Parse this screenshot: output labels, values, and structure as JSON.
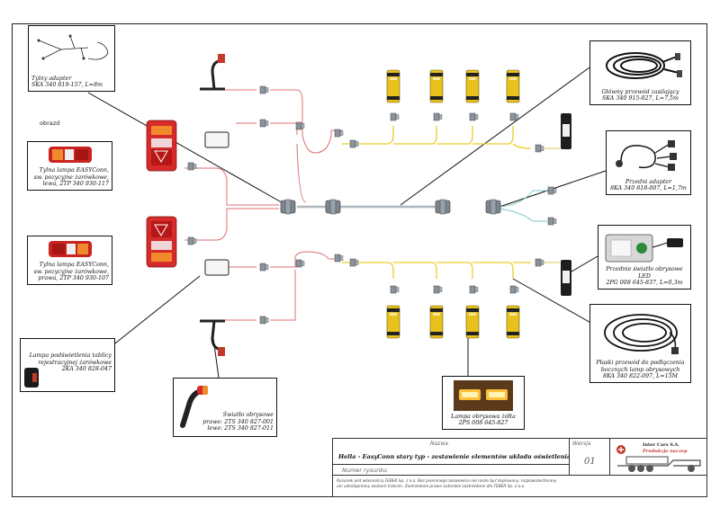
{
  "side_label": "obrazd",
  "callouts": {
    "rear_adapter": [
      "Tylny adapter",
      "SKA 340 819-157, L=8m"
    ],
    "rear_lamp_left": [
      "Tylna lampa EASYConn,",
      "sw. pozycyjne żarówkowe,",
      "lewa, 2TP 340 930-117"
    ],
    "rear_lamp_right": [
      "Tylna lampa EASYConn,",
      "sw. pozycyjne żarówkowe,",
      "prawa, 2TP 340 930-107"
    ],
    "plate_lamp": [
      "Lampa podświetlenia tablicy",
      "rejestracyjnej żarówkowe",
      "2KA 340 828-047"
    ],
    "outline_marker": [
      "Światło obrysowe",
      "prawe: 2TS 340 827-001",
      "lewe: 2TS 340 827-011"
    ],
    "side_marker": [
      "Lampa obrysowa żółta",
      "2PS 008 645-827"
    ],
    "main_cable": [
      "Główny przewód zasilający",
      "SKA 340 915-027, L=7,5m"
    ],
    "front_adapter": [
      "Przedni adapter",
      "8KA 340 818-007, L=1,7m"
    ],
    "front_led": [
      "Przednie światło obrysowe LED",
      "2PG 008 645-837, L=0,3m"
    ],
    "flat_cable": [
      "Płaski przewód do podłączenia",
      "bocznych lamp obrysowych",
      "8KA 340 822-097, L=15M"
    ]
  },
  "title_block": {
    "name_caption": "Nazwa",
    "name_value": "Hella - EasyConn stary typ - zestawienie elementów układu oświetlenia",
    "version_caption": "Wersja",
    "version_value": "01",
    "number_caption": "Numer rysunku",
    "company_name": "Inter Cars S.A.",
    "company_sub": "Produkcja naczep",
    "notice": [
      "Rysunek jest własnością FEBER Sp. z o.o. Bez pisemnego zezwolenia nie może być kopiowany, rozpowszechniany",
      "ani udostępniany osobom trzecim. Zastrzeżone prawa autorskie zastrzeżone dla FEBER Sp. z o.o."
    ]
  }
}
